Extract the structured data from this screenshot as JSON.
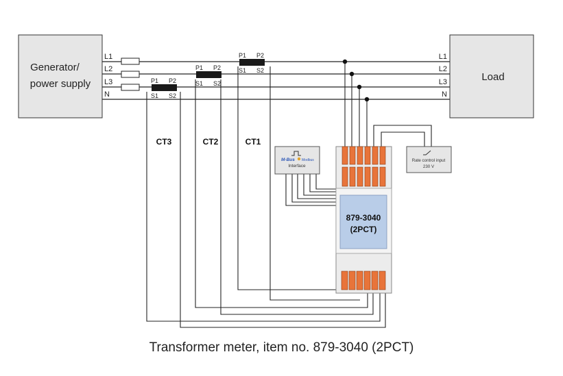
{
  "generator": {
    "line1": "Generator/",
    "line2": "power supply"
  },
  "load": {
    "label": "Load"
  },
  "lines_left": [
    "L1",
    "L2",
    "L3",
    "N"
  ],
  "lines_right": [
    "L1",
    "L2",
    "L3",
    "N"
  ],
  "transformers": [
    {
      "name": "CT3",
      "p1": "P1",
      "p2": "P2",
      "s1": "S1",
      "s2": "S2"
    },
    {
      "name": "CT2",
      "p1": "P1",
      "p2": "P2",
      "s1": "S1",
      "s2": "S2"
    },
    {
      "name": "CT1",
      "p1": "P1",
      "p2": "P2",
      "s1": "S1",
      "s2": "S2"
    }
  ],
  "interface": {
    "brand": "M-Bus",
    "protocol": "Modbus",
    "label": "Interface"
  },
  "rate_control": {
    "line1": "Rate control input",
    "line2": "230 V"
  },
  "meter": {
    "line1": "879-3040",
    "line2": "(2PCT)"
  },
  "caption": "Transformer meter, item no. 879-3040 (2PCT)",
  "colors": {
    "box_fill": "#e6e6e6",
    "meter_blue": "#b9cde8",
    "terminal_orange": "#e8743a",
    "ct_core": "#1a1a1a"
  }
}
